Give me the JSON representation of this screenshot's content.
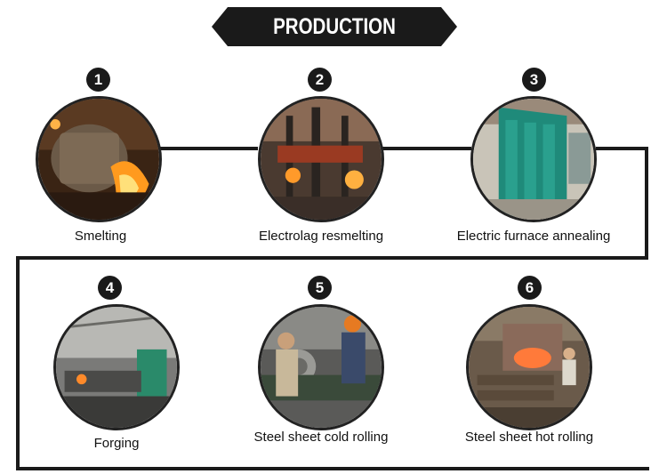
{
  "title": "PRODUCTION PROCESS",
  "colors": {
    "frame": "#1a1a1a",
    "badge": "#1a1a1a",
    "badge_text": "#ffffff"
  },
  "steps": [
    {
      "number": "1",
      "label": "Smelting",
      "icon": "smelting-photo"
    },
    {
      "number": "2",
      "label": "Electrolag resmelting",
      "icon": "electroslag-photo"
    },
    {
      "number": "3",
      "label": "Electric furnace annealing",
      "icon": "annealing-furnace-photo"
    },
    {
      "number": "4",
      "label": "Forging",
      "icon": "forging-photo"
    },
    {
      "number": "5",
      "label": "Steel sheet cold rolling",
      "icon": "cold-rolling-photo"
    },
    {
      "number": "6",
      "label": "Steel sheet hot rolling",
      "icon": "hot-rolling-photo"
    }
  ]
}
